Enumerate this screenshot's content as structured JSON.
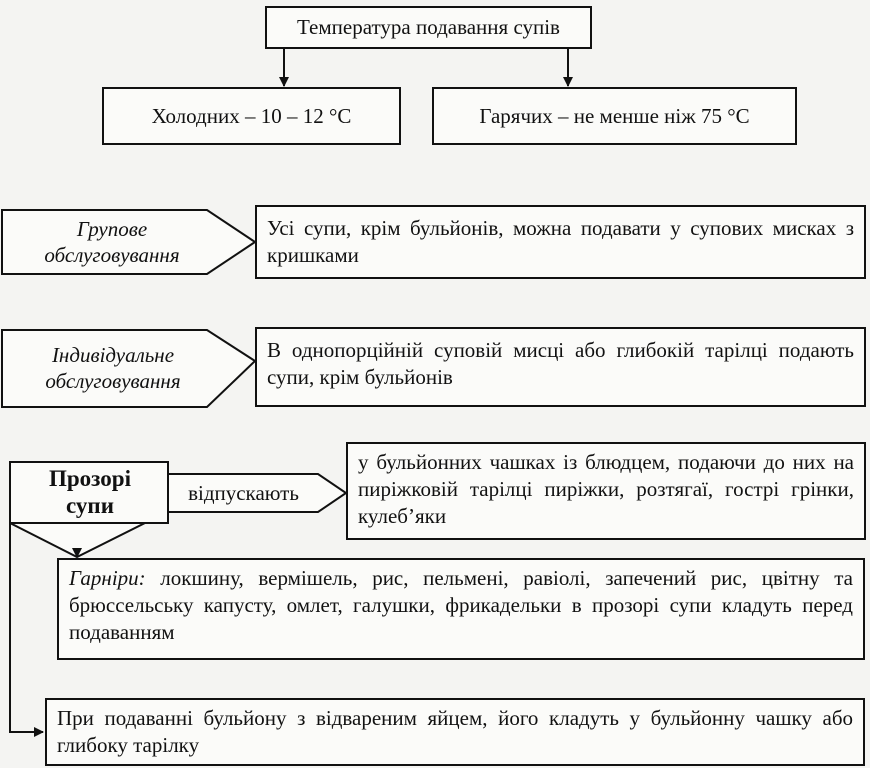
{
  "title": "Температура подавання супів",
  "temperatures": {
    "cold": "Холодних – 10 – 12 °С",
    "hot": "Гарячих – не менше ніж 75 °С"
  },
  "group_service": {
    "label": "Групове обслуговування",
    "text": "Усі супи, крім бульйонів, можна подавати у супових мисках з кришками"
  },
  "individual_service": {
    "label": "Індивідуальне обслуговування",
    "text": "В однопорційній суповій мисці або глибокій тарілці подають супи, крім бульйонів"
  },
  "clear_soups": {
    "label": "Прозорі супи",
    "verb": "відпускають",
    "serve_text": "у бульйонних чашках із блюдцем, подаючи до них на пиріжковій тарілці пиріжки, розтягаї, гострі грінки, кулеб’яки",
    "garnish_label": "Гарніри:",
    "garnish_text": "локшину, вермішель, рис, пельмені, равіолі, запечений рис, цвітну та брюссельську капусту, омлет, галушки, фрикадельки в прозорі супи кладуть перед подаванням",
    "egg_text": "При подаванні бульйону з відвареним яйцем, його кладуть у бульйонну чашку або глибоку тарілку"
  }
}
